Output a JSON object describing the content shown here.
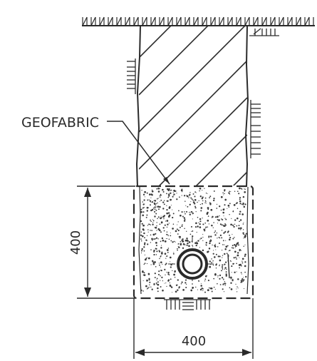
{
  "labels": {
    "geofabric": "GEOFABRIC",
    "height_dim": "400",
    "width_dim": "400"
  },
  "colors": {
    "ink": "#2a2a2a",
    "background": "#ffffff"
  }
}
